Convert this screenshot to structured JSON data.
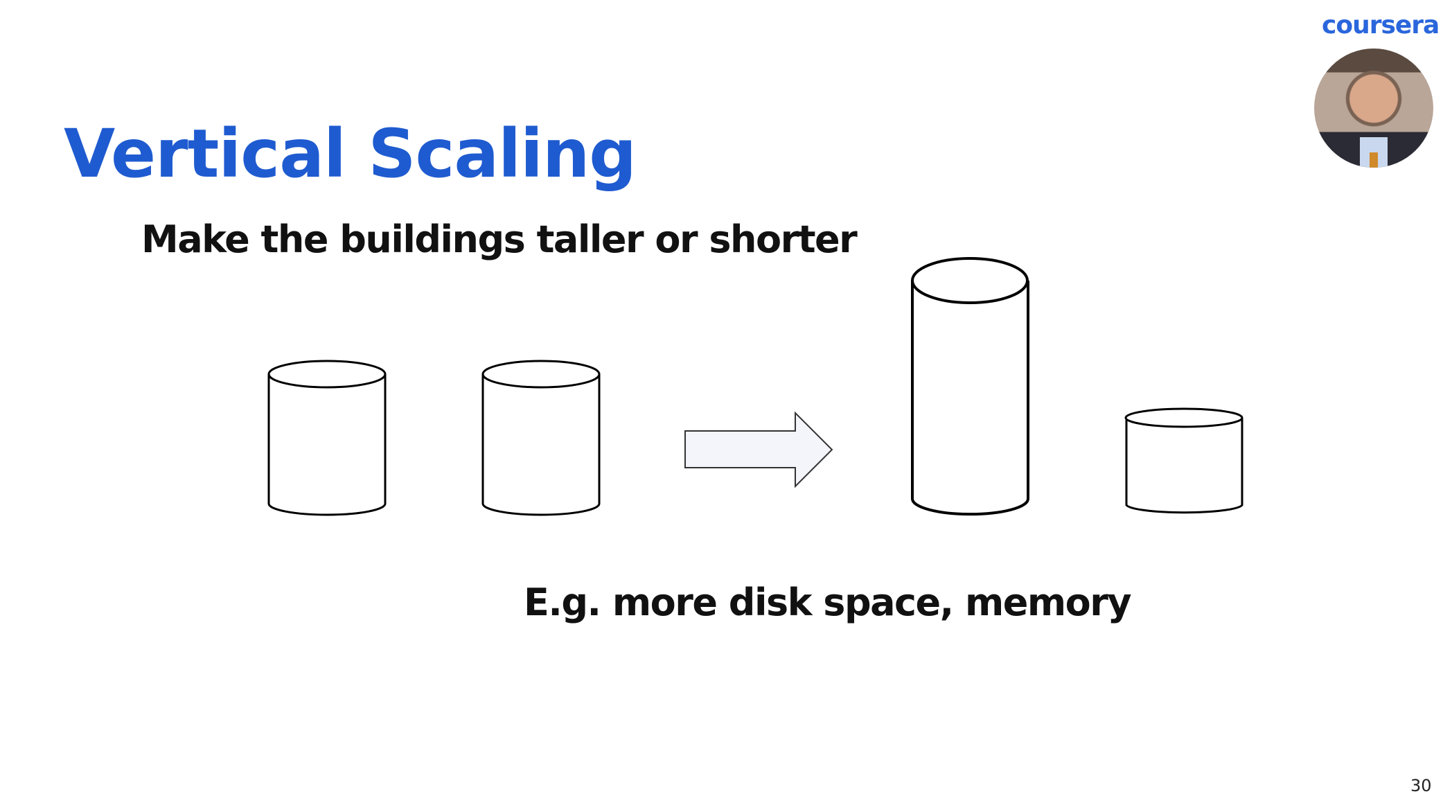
{
  "brand": {
    "logo_text": "coursera",
    "color": "#2a66dc"
  },
  "slide": {
    "title": "Vertical Scaling",
    "subtitle": "Make the buildings taller or shorter",
    "caption": "E.g. more disk space, memory",
    "page_number": "30",
    "title_color": "#1f5bd0"
  },
  "presenter": {
    "avatar_icon": "presenter-photo"
  }
}
